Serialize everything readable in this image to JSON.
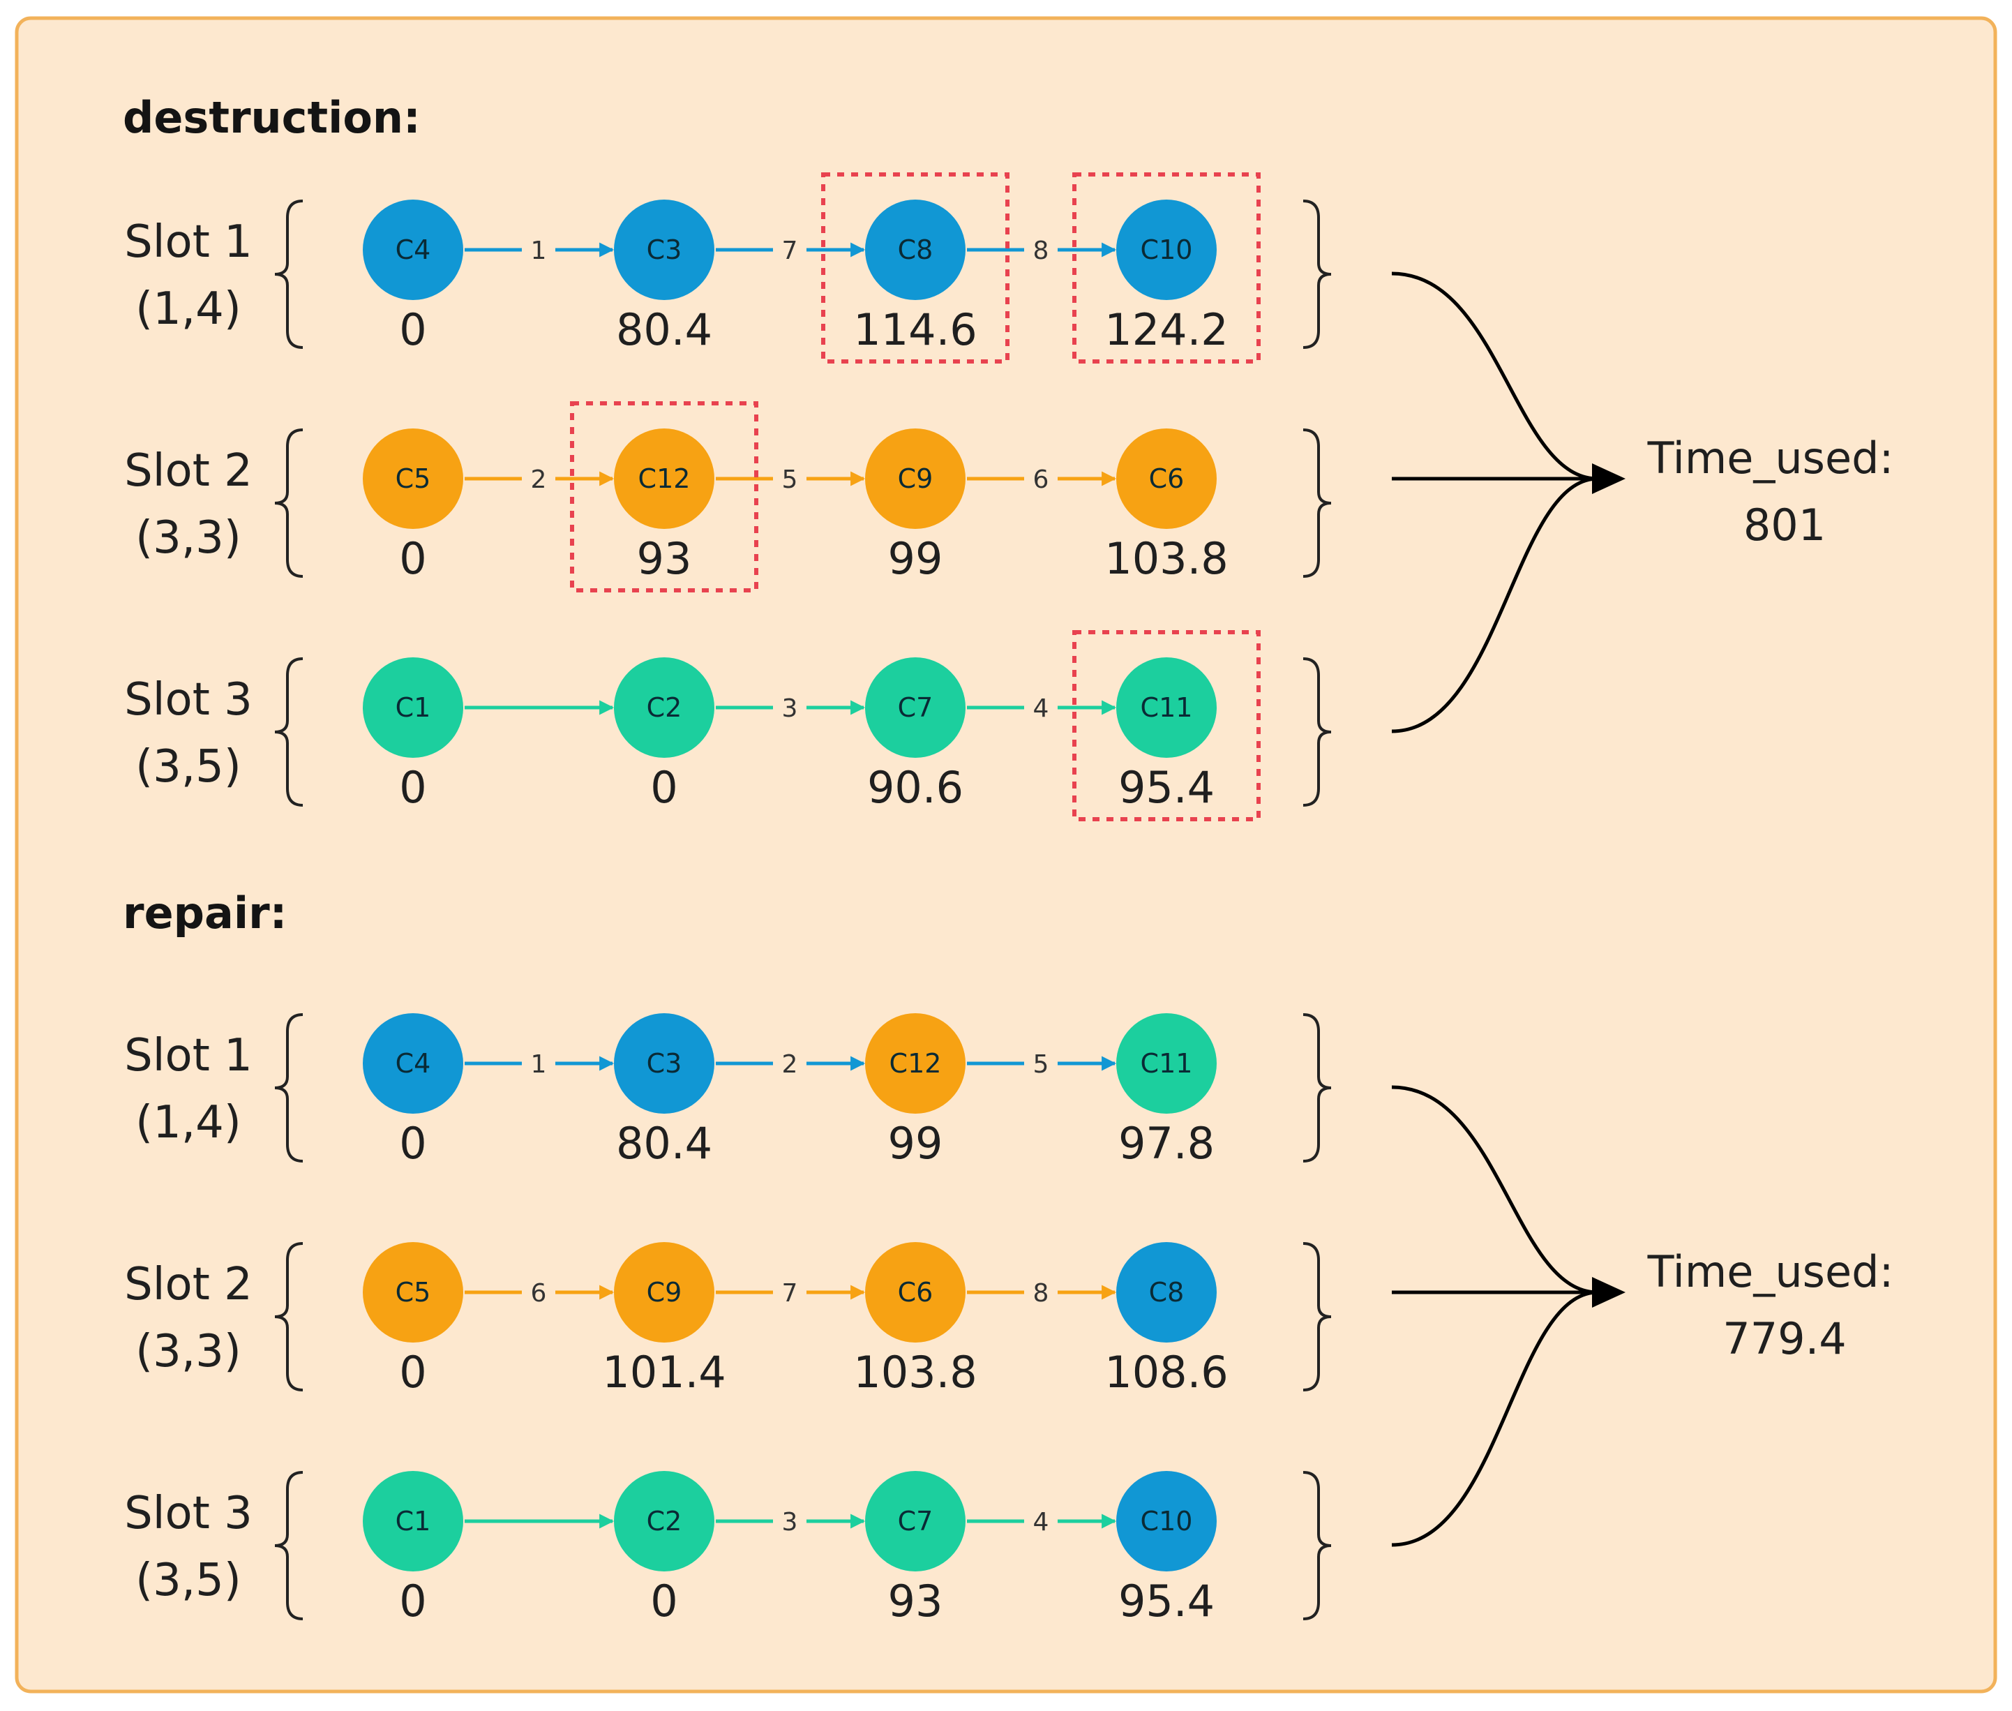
{
  "colors": {
    "background": "#fde8cf",
    "border": "#f2b25a",
    "blue": "#1197d4",
    "orange": "#f7a213",
    "teal": "#1ccf9e",
    "highlight": "#e8424f",
    "connector": "#000000"
  },
  "sections": [
    {
      "id": "destruction",
      "title": "destruction:",
      "time_used_label": "Time_used:",
      "time_used_value": "801",
      "slots": [
        {
          "name": "Slot 1",
          "coord": "(1,4)",
          "color": "blue",
          "nodes": [
            {
              "label": "C4",
              "color": "blue",
              "time": "0"
            },
            {
              "label": "C3",
              "color": "blue",
              "time": "80.4"
            },
            {
              "label": "C8",
              "color": "blue",
              "time": "114.6",
              "highlight": true
            },
            {
              "label": "C10",
              "color": "blue",
              "time": "124.2",
              "highlight": true
            }
          ],
          "edges": [
            "1",
            "7",
            "8"
          ]
        },
        {
          "name": "Slot 2",
          "coord": "(3,3)",
          "color": "orange",
          "nodes": [
            {
              "label": "C5",
              "color": "orange",
              "time": "0"
            },
            {
              "label": "C12",
              "color": "orange",
              "time": "93",
              "highlight": true
            },
            {
              "label": "C9",
              "color": "orange",
              "time": "99"
            },
            {
              "label": "C6",
              "color": "orange",
              "time": "103.8"
            }
          ],
          "edges": [
            "2",
            "5",
            "6"
          ]
        },
        {
          "name": "Slot 3",
          "coord": "(3,5)",
          "color": "teal",
          "nodes": [
            {
              "label": "C1",
              "color": "teal",
              "time": "0"
            },
            {
              "label": "C2",
              "color": "teal",
              "time": "0"
            },
            {
              "label": "C7",
              "color": "teal",
              "time": "90.6"
            },
            {
              "label": "C11",
              "color": "teal",
              "time": "95.4",
              "highlight": true
            }
          ],
          "edges": [
            "",
            "3",
            "4"
          ]
        }
      ]
    },
    {
      "id": "repair",
      "title": "repair:",
      "time_used_label": "Time_used:",
      "time_used_value": "779.4",
      "slots": [
        {
          "name": "Slot 1",
          "coord": "(1,4)",
          "color": "blue",
          "nodes": [
            {
              "label": "C4",
              "color": "blue",
              "time": "0"
            },
            {
              "label": "C3",
              "color": "blue",
              "time": "80.4"
            },
            {
              "label": "C12",
              "color": "orange",
              "time": "99"
            },
            {
              "label": "C11",
              "color": "teal",
              "time": "97.8"
            }
          ],
          "edges": [
            "1",
            "2",
            "5"
          ]
        },
        {
          "name": "Slot 2",
          "coord": "(3,3)",
          "color": "orange",
          "nodes": [
            {
              "label": "C5",
              "color": "orange",
              "time": "0"
            },
            {
              "label": "C9",
              "color": "orange",
              "time": "101.4"
            },
            {
              "label": "C6",
              "color": "orange",
              "time": "103.8"
            },
            {
              "label": "C8",
              "color": "blue",
              "time": "108.6"
            }
          ],
          "edges": [
            "6",
            "7",
            "8"
          ]
        },
        {
          "name": "Slot 3",
          "coord": "(3,5)",
          "color": "teal",
          "nodes": [
            {
              "label": "C1",
              "color": "teal",
              "time": "0"
            },
            {
              "label": "C2",
              "color": "teal",
              "time": "0"
            },
            {
              "label": "C7",
              "color": "teal",
              "time": "93"
            },
            {
              "label": "C10",
              "color": "blue",
              "time": "95.4"
            }
          ],
          "edges": [
            "",
            "3",
            "4"
          ]
        }
      ]
    }
  ]
}
